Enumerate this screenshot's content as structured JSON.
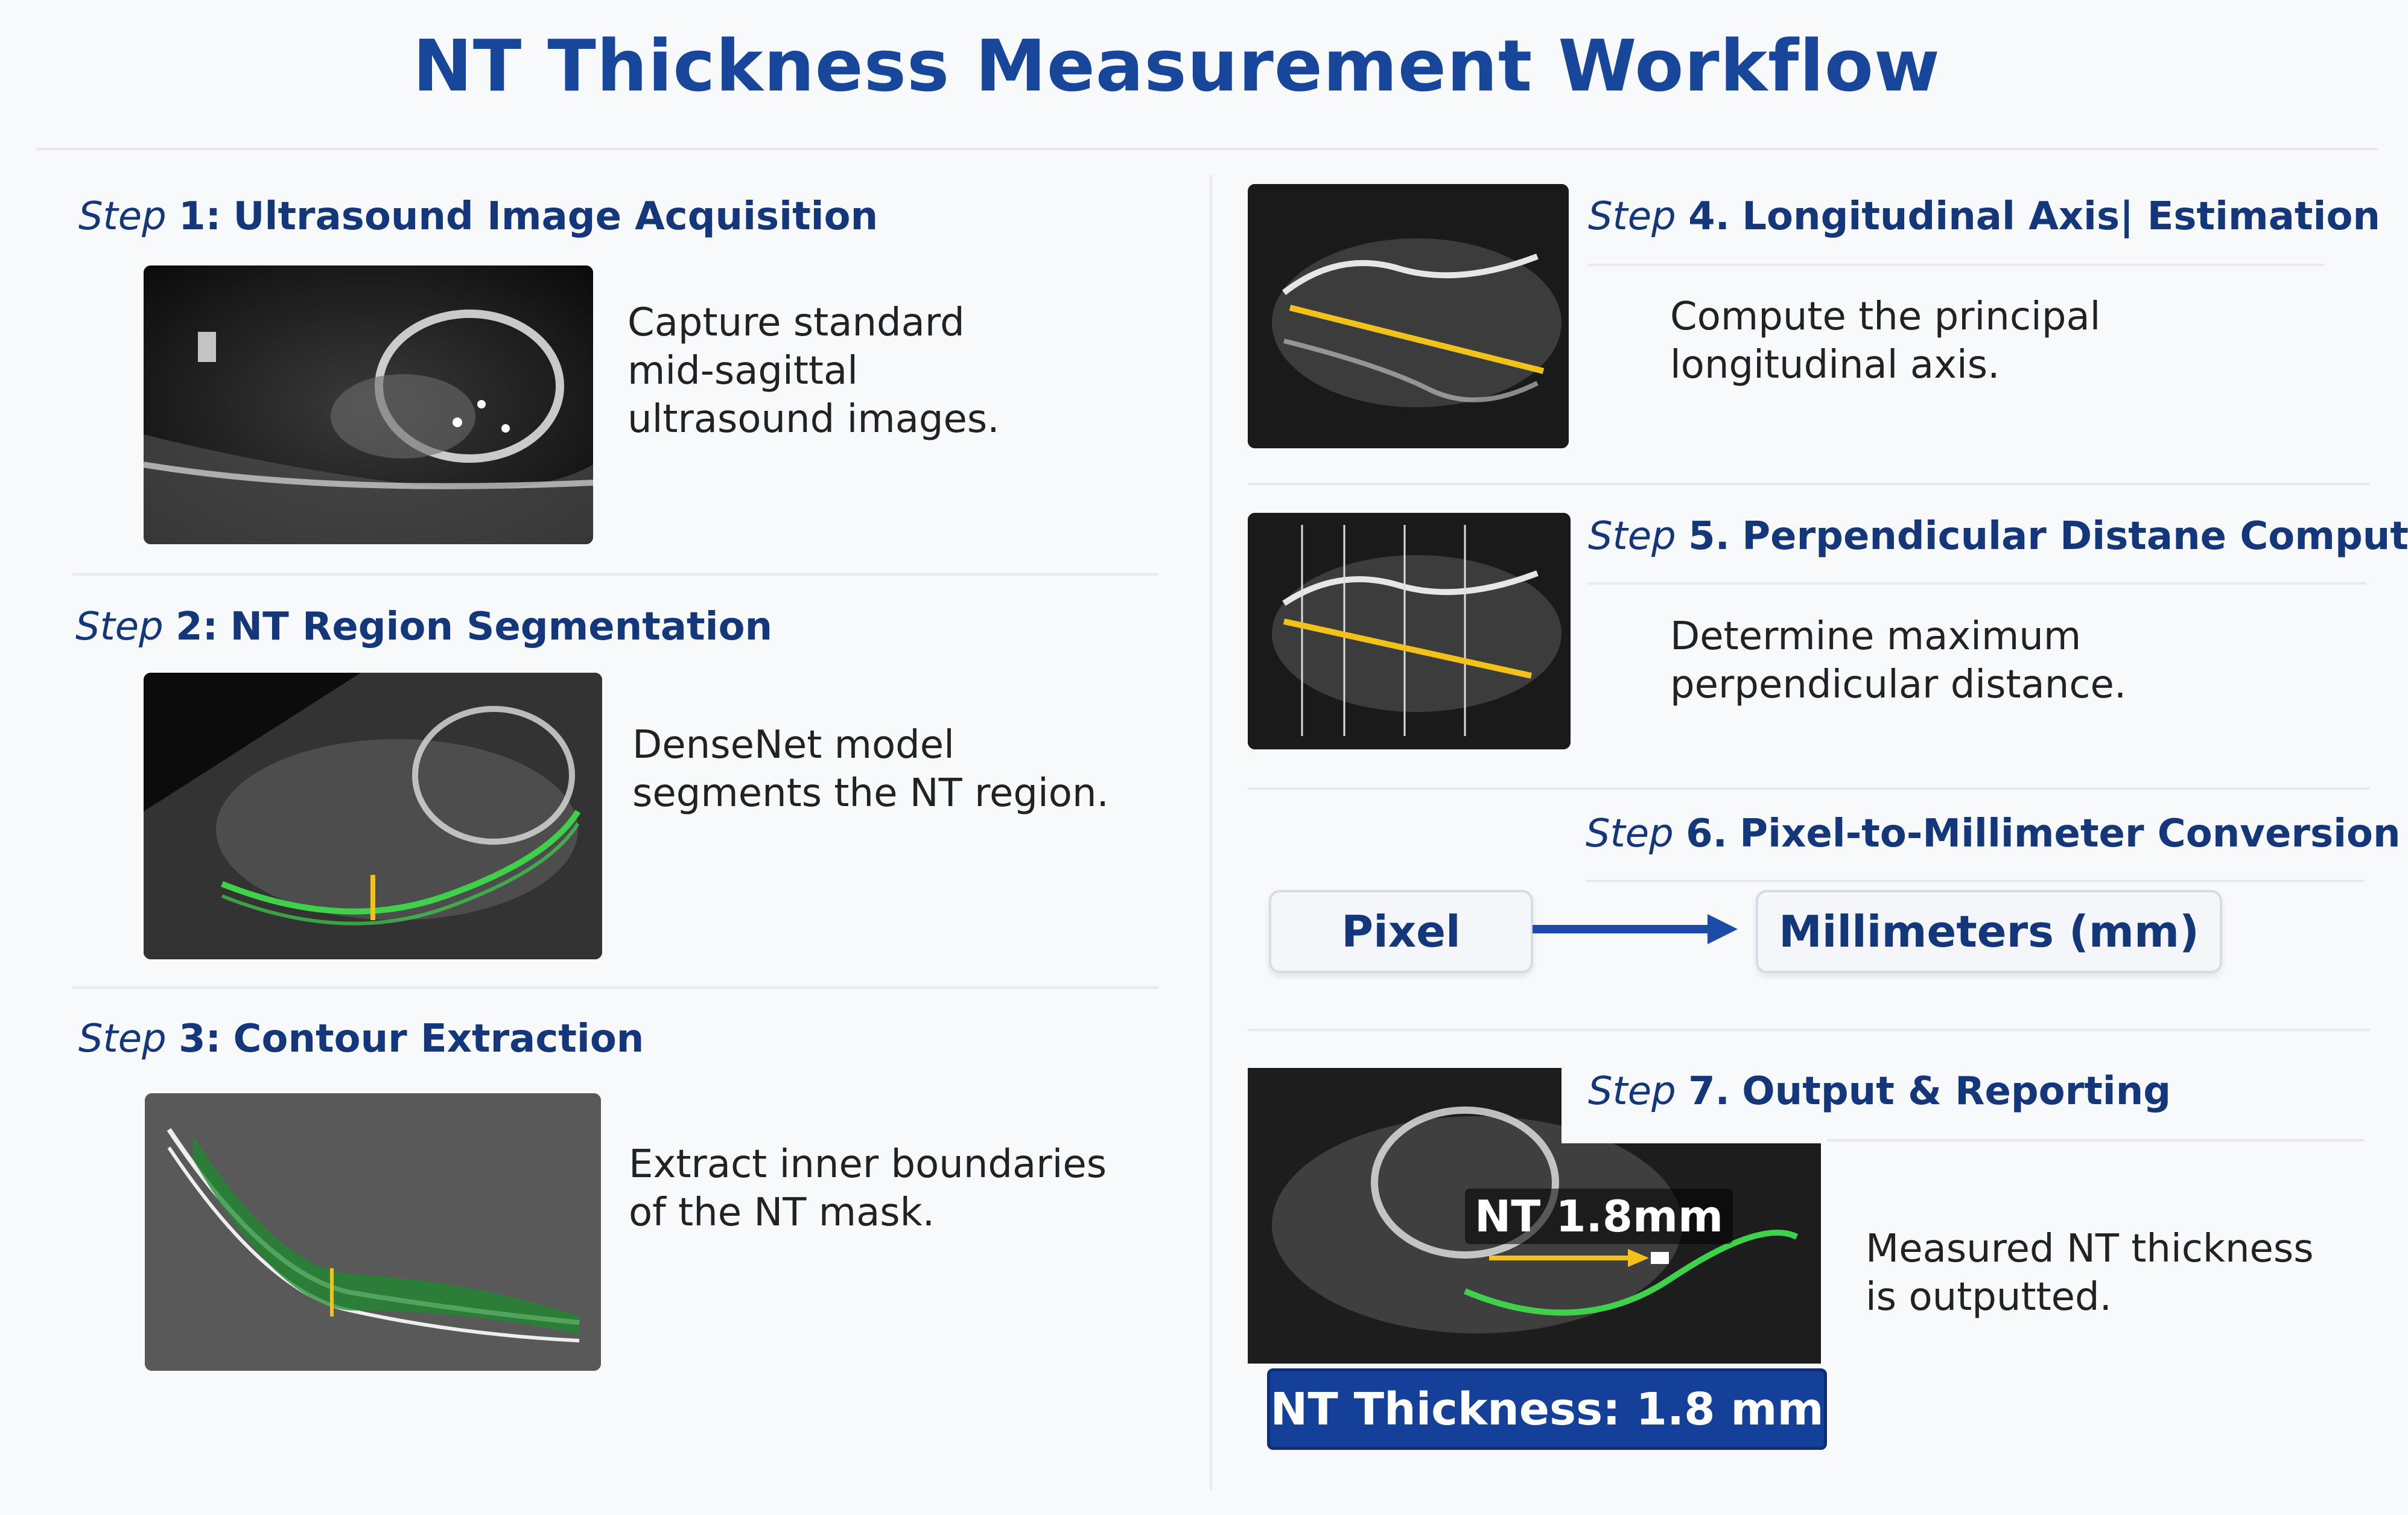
{
  "title": "NT Thickness Measurement Workflow",
  "steps": [
    {
      "prefix": "Step",
      "num": "1:",
      "name": "Ultrasound Image Acquisition",
      "desc": [
        "Capture standard",
        "mid-sagittal",
        "ultrasound images."
      ]
    },
    {
      "prefix": "Step",
      "num": "2:",
      "name": "NT Region Segmentation",
      "desc": [
        "DenseNet model",
        "segments the NT region."
      ]
    },
    {
      "prefix": "Step",
      "num": "3:",
      "name": "Contour Extraction",
      "desc": [
        "Extract inner boundaries",
        "of the NT mask."
      ]
    },
    {
      "prefix": "Step",
      "num": "4.",
      "name": "Longitudinal Axis| Estimation",
      "desc": [
        "Compute the principal",
        "longitudinal axis."
      ]
    },
    {
      "prefix": "Step",
      "num": "5.",
      "name": "Perpendicular Distane Computation",
      "desc": [
        "Determine maximum",
        "perpendicular distance."
      ]
    },
    {
      "prefix": "Step",
      "num": "6.",
      "name": "Pixel-to-Millimeter Conversion",
      "desc": []
    },
    {
      "prefix": "Step",
      "num": "7.",
      "name": "Output & Reporting",
      "desc": [
        "Measured NT thickness",
        "is outputted."
      ]
    }
  ],
  "conversion": {
    "from": "Pixel",
    "to": "Millimeters (mm)"
  },
  "overlay_label": "NT 1.8mm",
  "result_label": "NT Thickness: 1.8 mm",
  "colors": {
    "title": "#17469a",
    "accent": "#14409a",
    "mask_green": "#3fd14a",
    "axis_yellow": "#f2c21b"
  }
}
